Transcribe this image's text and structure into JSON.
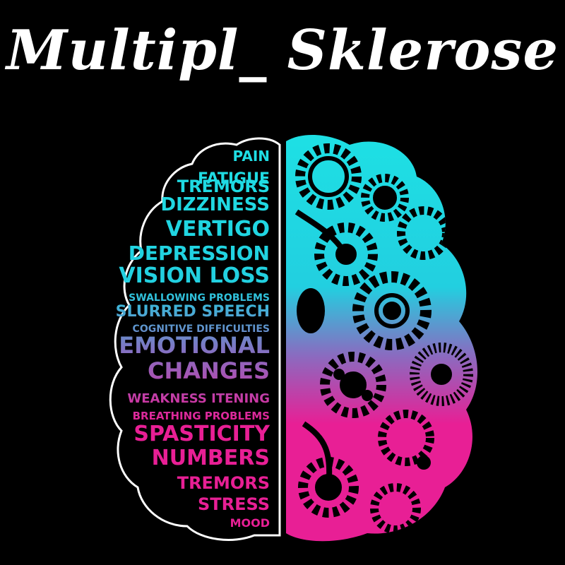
{
  "title": "Multipl_ Sklerose",
  "symptoms": [
    "PAIN",
    "FATIGUE",
    "TREMORS",
    "DIZZINESS",
    "VERTIGO",
    "DEPRESSION",
    "VISION LOSS",
    "SWALLOWING PROBLEMS",
    "SLURRED SPEECH",
    "COGNITIVE DIFFICULTIES",
    "EMOTIONAL",
    "CHANGES",
    "WEAKNESS ITENING",
    "BREATHING PROBLEMS",
    "SPASTICITY",
    "NUMBERS",
    "TREMORS",
    "STRESS",
    "MOOD"
  ],
  "colors": {
    "background": "#000000",
    "cyan": "#1ee0e4",
    "purple": "#8a6bc0",
    "magenta": "#e81f95",
    "outline": "#ffffff"
  },
  "icons": {
    "right_hemisphere": "gears-cogs-icon"
  }
}
